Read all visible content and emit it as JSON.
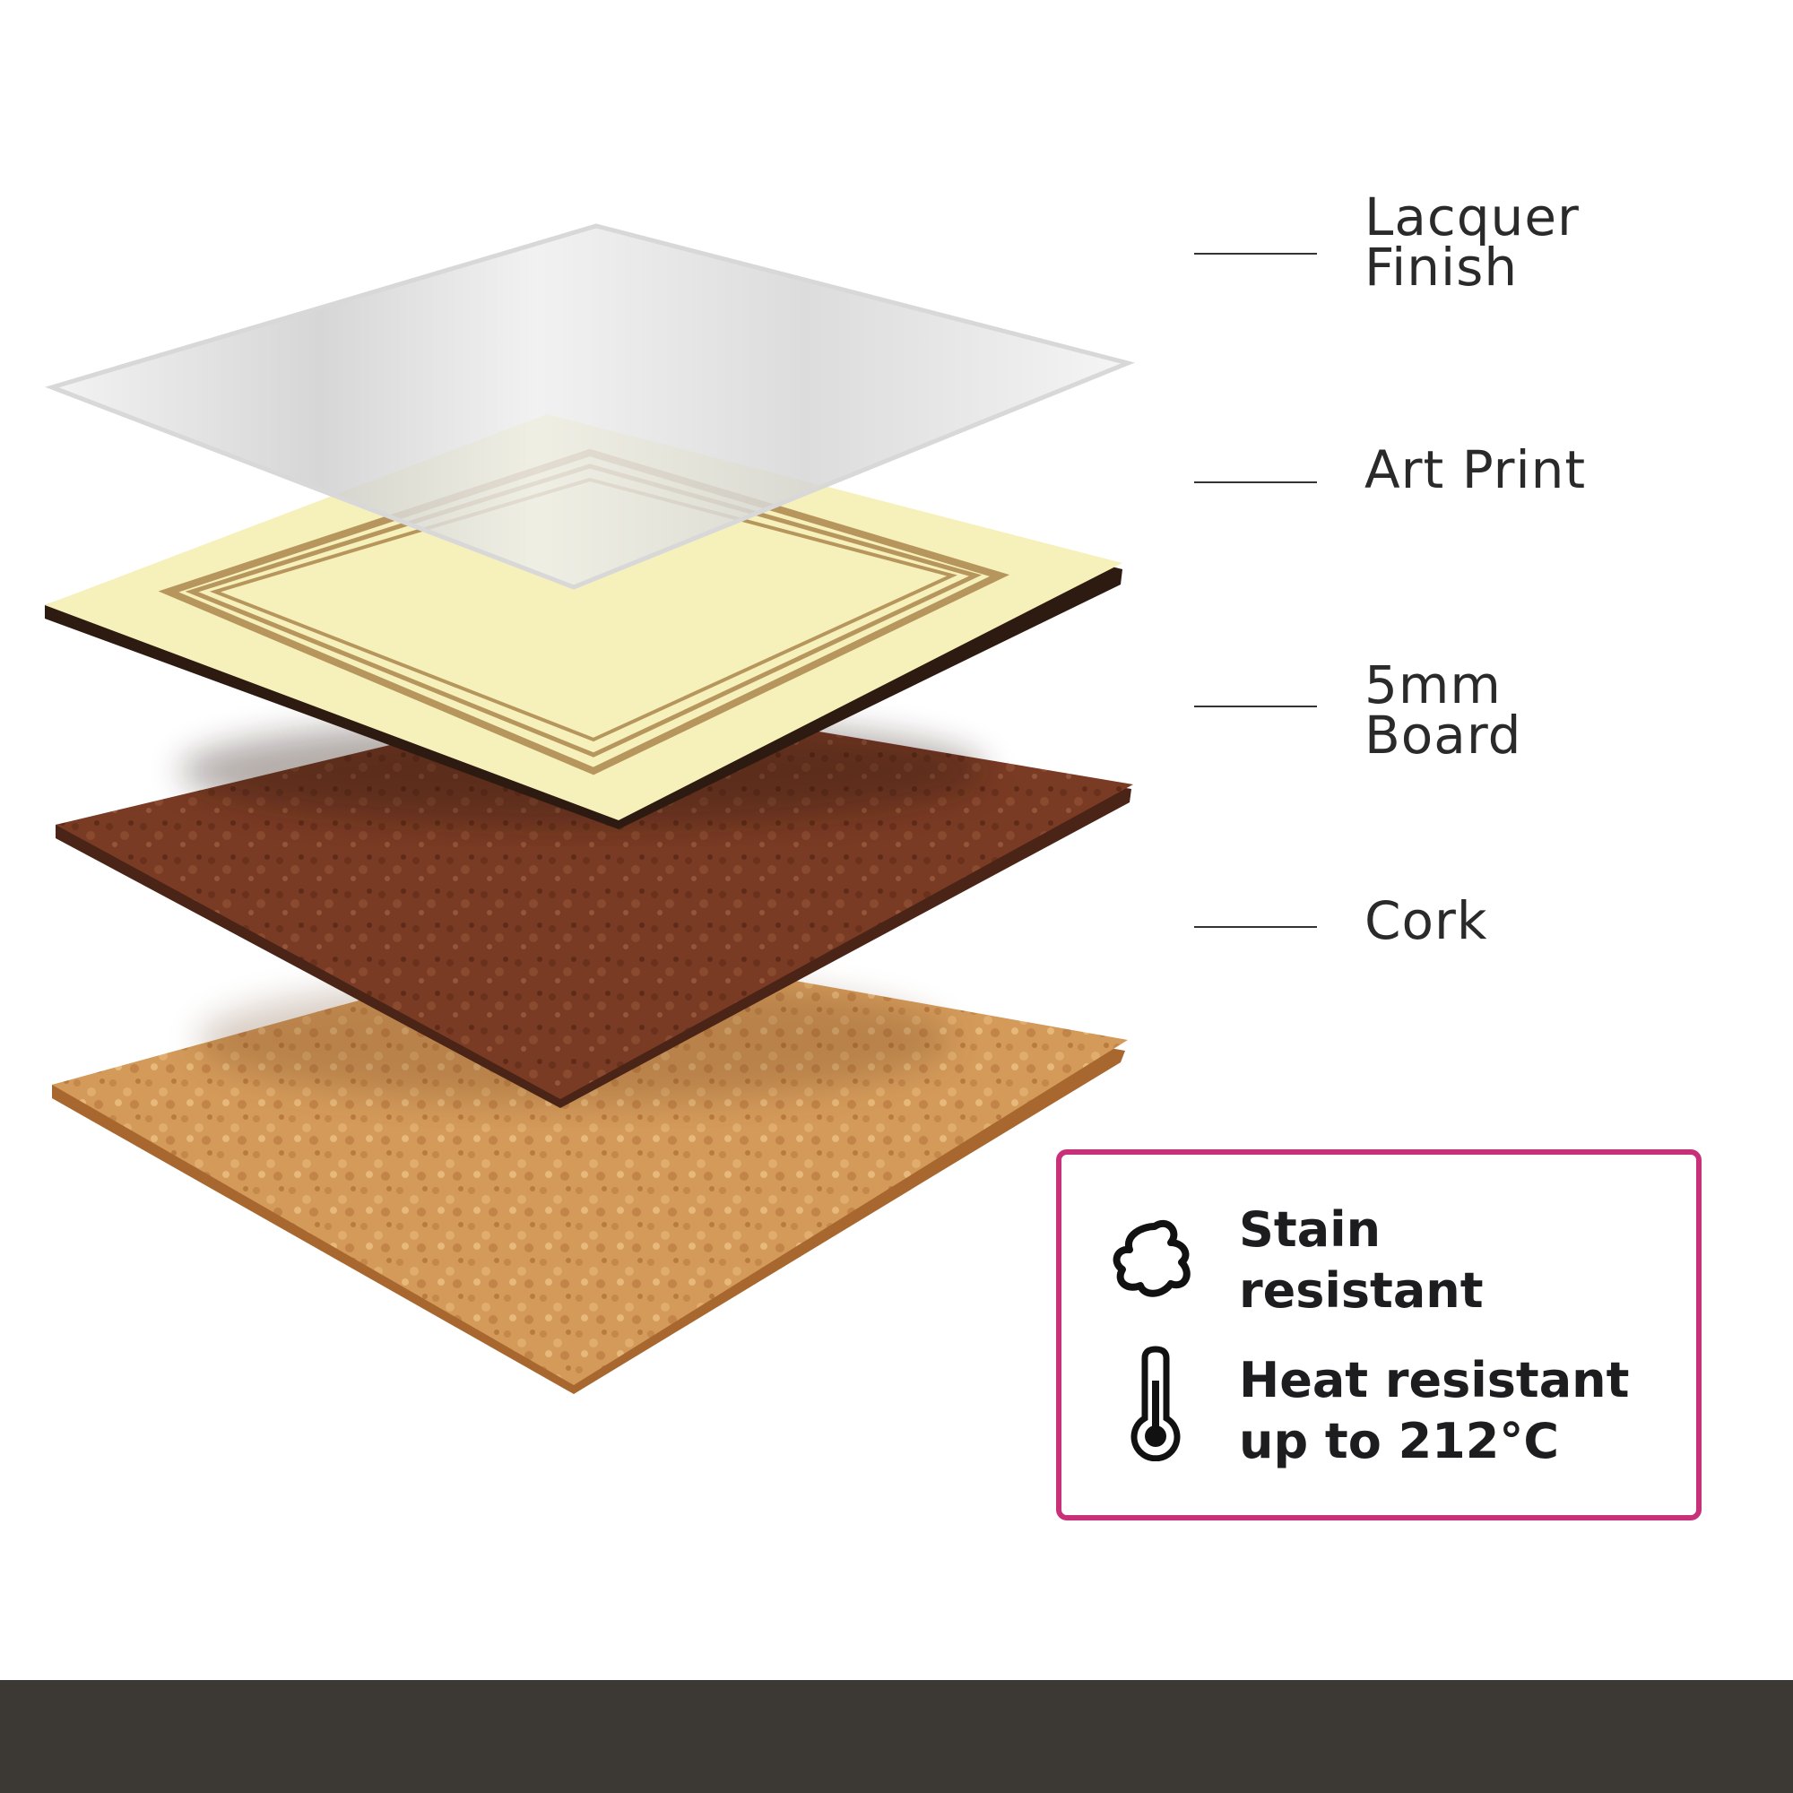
{
  "layers": [
    {
      "label": "Lacquer\nFinish"
    },
    {
      "label": "Art Print"
    },
    {
      "label": "5mm\nBoard"
    },
    {
      "label": "Cork"
    }
  ],
  "features": [
    {
      "icon": "stain-icon",
      "text": "Stain\nresistant"
    },
    {
      "icon": "thermometer-icon",
      "text": "Heat resistant\nup to 212°C"
    }
  ],
  "colors": {
    "accent_border": "#c8317a",
    "footer": "#3c3834",
    "cork": "#d39a5a",
    "board": "#7a3b24",
    "art_print": "#f6f1bb",
    "art_print_border": "#b6965c"
  }
}
